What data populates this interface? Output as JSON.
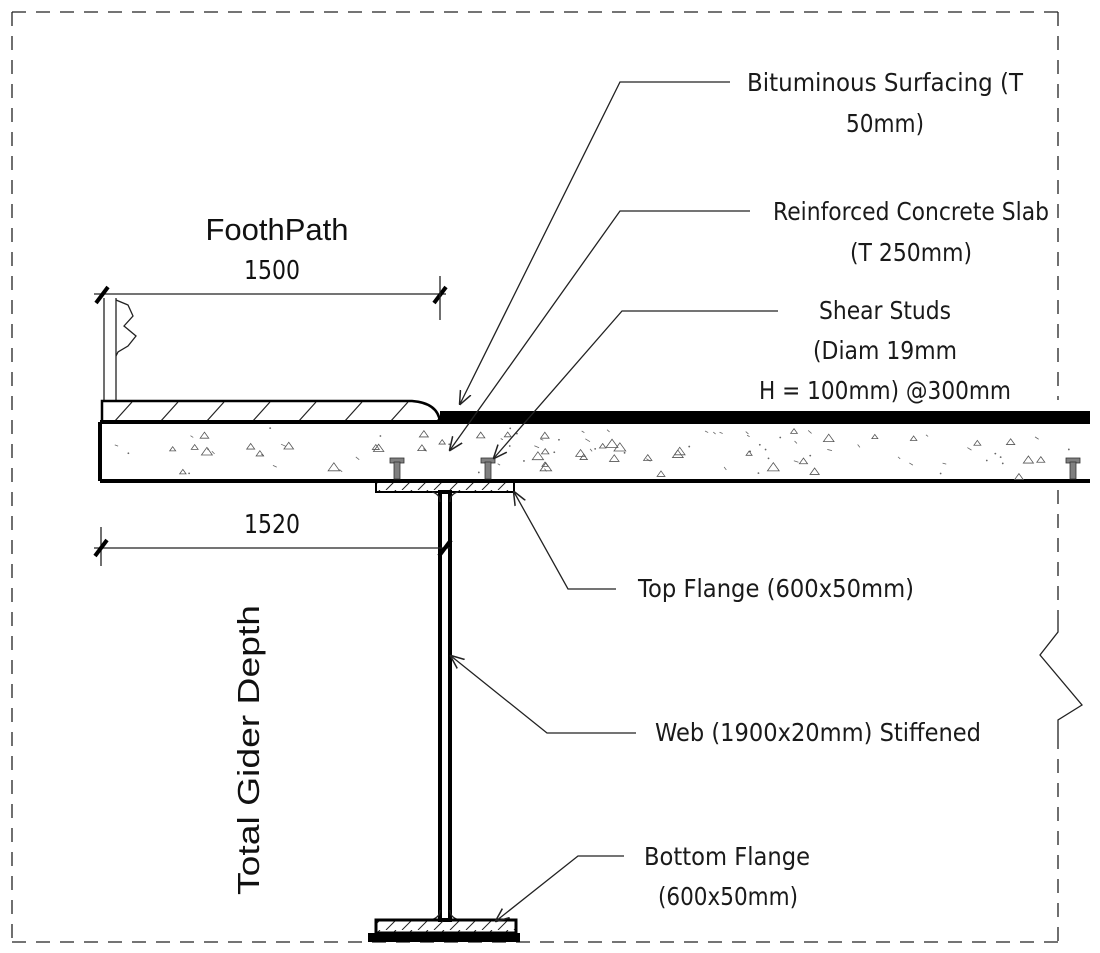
{
  "footpath": {
    "title": "FoothPath",
    "width_label": "1500"
  },
  "offset_label": "1520",
  "depth_label": "Total Gider Depth",
  "callouts": {
    "bituminous": [
      "Bituminous Surfacing (T",
      "50mm)"
    ],
    "slab": [
      "Reinforced Concrete Slab",
      "(T 250mm)"
    ],
    "studs": [
      "Shear Studs",
      "(Diam 19mm",
      "H = 100mm) @300mm"
    ],
    "top_flange": [
      "Top Flange (600x50mm)"
    ],
    "web": [
      "Web (1900x20mm) Stiffened"
    ],
    "bottom_flange": [
      "Bottom Flange",
      "(600x50mm)"
    ]
  },
  "colors": {
    "line": "#000000",
    "text": "#1a1a1a",
    "background": "#ffffff",
    "stud": "#808080"
  }
}
